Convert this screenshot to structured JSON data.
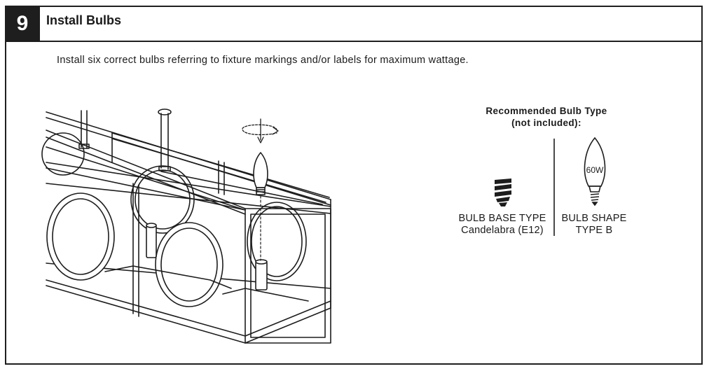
{
  "step": {
    "number": "9",
    "title": "Install Bulbs",
    "instruction": "Install six correct bulbs referring to fixture markings and/or labels for maximum wattage."
  },
  "recommendation": {
    "title_line1": "Recommended Bulb Type",
    "title_line2": "(not included):",
    "base_type_label": "BULB BASE TYPE",
    "base_type_value": "Candelabra (E12)",
    "shape_label": "BULB SHAPE",
    "shape_value": "TYPE B",
    "wattage": "60W"
  },
  "icons": [
    "rotate-arrows-icon",
    "candelabra-base-icon",
    "candle-bulb-icon"
  ]
}
